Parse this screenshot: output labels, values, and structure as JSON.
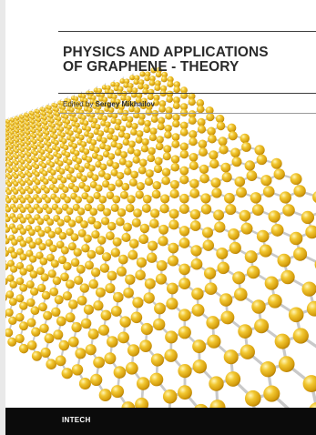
{
  "cover": {
    "title": "PHYSICS AND APPLICATIONS\nOF GRAPHENE - THEORY",
    "editor_prefix": "Edited by",
    "editor_name": "Sergey Mikhailov",
    "publisher": "INTECH"
  },
  "illustration": {
    "subject": "graphene-hexagonal-lattice",
    "atom_color": "#e6b418",
    "bond_color": "#c9c9c9",
    "footer_color": "#0b0b0b"
  }
}
